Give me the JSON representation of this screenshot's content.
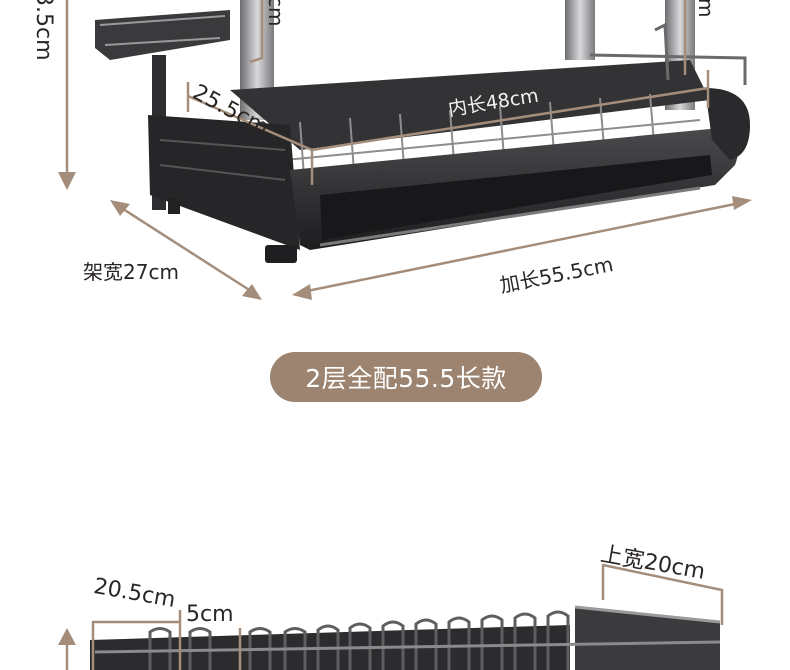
{
  "top_product": {
    "height_label_partial": "3.5cm",
    "top_partial_label_left": "cm",
    "top_partial_label_right": "m",
    "depth_label": "25.5cm",
    "inner_length_label": "内长48cm",
    "frame_width_label": "架宽27cm",
    "total_length_label": "加长55.5cm"
  },
  "variant_badge": {
    "label": "2层全配55.5长款"
  },
  "bottom_product": {
    "top_width_label": "上宽20cm",
    "left_width_label": "20.5cm",
    "gap_label": "5cm"
  },
  "colors": {
    "accent": "#9c8470",
    "dimension_line": "#a48e7b",
    "product_dark": "#2b2b2d"
  }
}
